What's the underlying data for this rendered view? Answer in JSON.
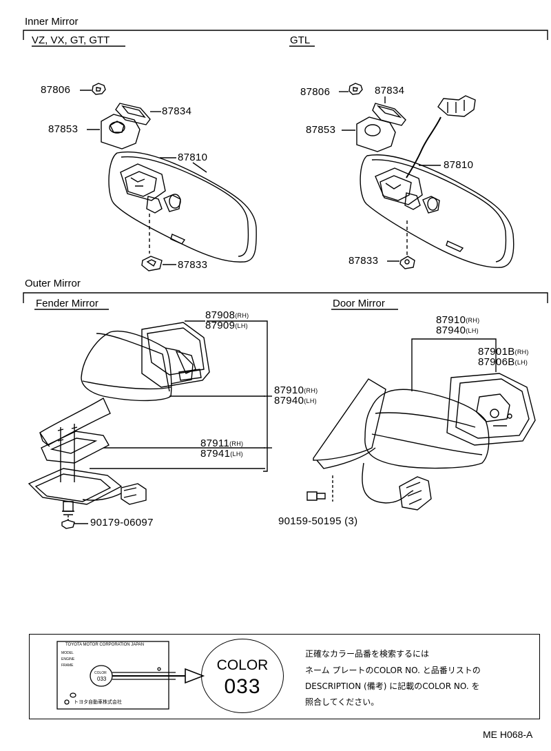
{
  "sections": {
    "inner_mirror": "Inner Mirror",
    "outer_mirror": "Outer Mirror"
  },
  "subsections": {
    "vz_group": "VZ, VX, GT, GTT",
    "gtl": "GTL",
    "fender_mirror": "Fender Mirror",
    "door_mirror": "Door Mirror"
  },
  "parts": {
    "p87806_left": "87806",
    "p87834_left": "87834",
    "p87853_left": "87853",
    "p87810_left": "87810",
    "p87833_left": "87833",
    "p87806_right": "87806",
    "p87834_right": "87834",
    "p87853_right": "87853",
    "p87810_right": "87810",
    "p87833_right": "87833",
    "p87908": "87908",
    "p87909": "87909",
    "p87910_fender": "87910",
    "p87940_fender": "87940",
    "p87911": "87911",
    "p87941": "87941",
    "p90179": "90179-06097",
    "p87910_door": "87910",
    "p87940_door": "87940",
    "p87901b": "87901B",
    "p87906b": "87906B",
    "p90159": "90159-50195 (3)"
  },
  "side_tags": {
    "rh": "(RH)",
    "lh": "(LH)"
  },
  "note": {
    "plate_company": "TOYOTA MOTOR CORPORATION JAPAN",
    "plate_model": "MODEL",
    "plate_engine": "ENGINE",
    "plate_frame": "FRAME",
    "plate_color": "COLOR",
    "plate_color_code": "033",
    "plate_maker": "トヨタ自動車株式会社",
    "color_word": "COLOR",
    "color_code": "033",
    "line1": "正確なカラー品番を検索するには",
    "line2": "ネーム プレートのCOLOR NO. と品番リストの",
    "line3": "DESCRIPTION (備考) に記載のCOLOR NO. を",
    "line4": "照合してください。"
  },
  "footer": {
    "code": "ME H068-A"
  }
}
